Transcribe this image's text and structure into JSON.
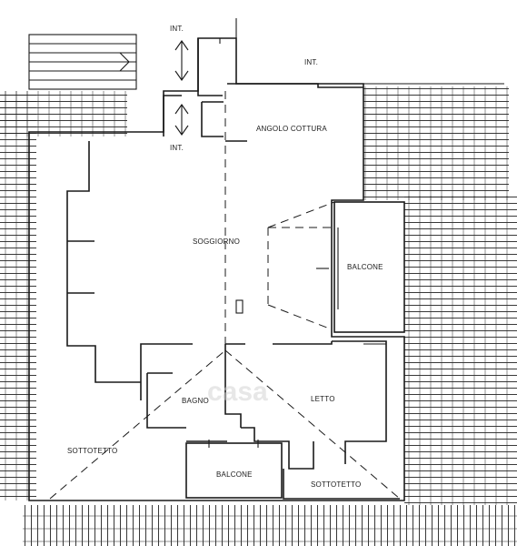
{
  "labels": {
    "int_top": "INT.",
    "int_right": "INT.",
    "int_mid": "INT.",
    "angolo_cottura": "ANGOLO COTTURA",
    "soggiorno": "SOGGIORNO",
    "balcone_right": "BALCONE",
    "bagno": "BAGNO",
    "letto": "LETTO",
    "sottotetto_left": "SOTTOTETTO",
    "balcone_bottom": "BALCONE",
    "sottotetto_right": "SOTTOTETTO"
  },
  "watermark": "casa",
  "colors": {
    "ink": "#1a1a1a",
    "paper": "#ffffff",
    "watermark": "#cfcfcf"
  }
}
